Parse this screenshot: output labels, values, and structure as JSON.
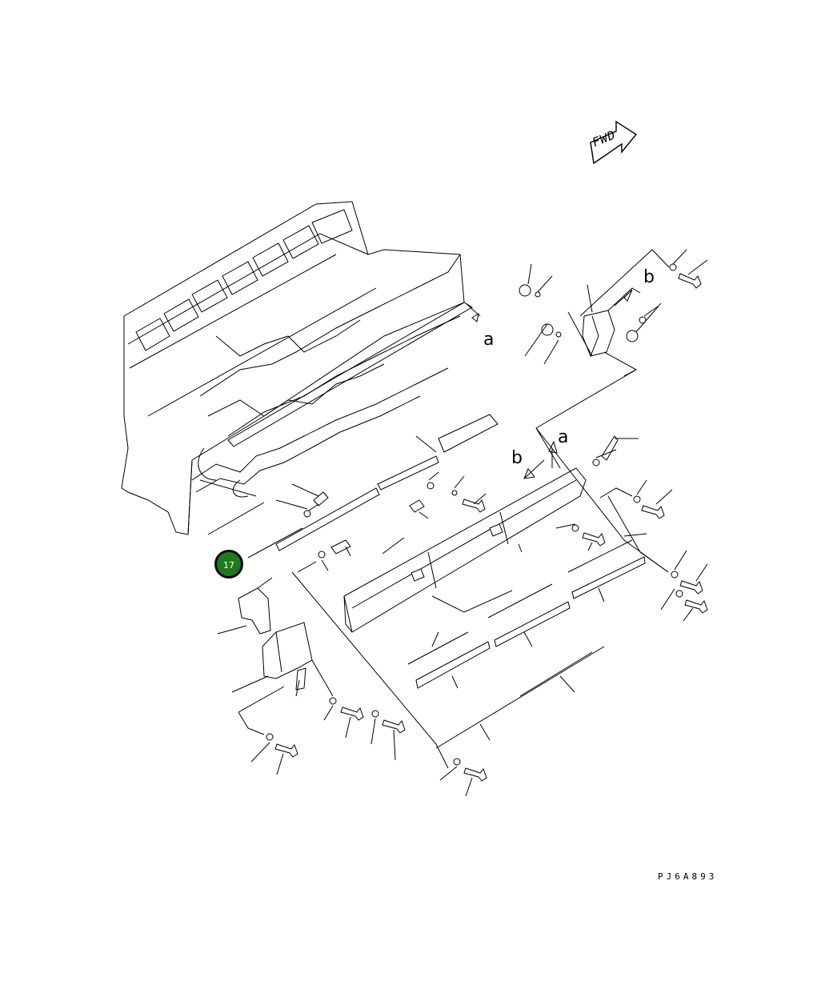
{
  "diagram": {
    "fwd_label": "FWD",
    "view_labels": {
      "a_upper": "a",
      "a_lower": "a",
      "b_upper": "b",
      "b_lower": "b"
    },
    "callout": {
      "number": "17",
      "color": "#1e7a1e"
    },
    "drawing_code": "PJ6A893"
  }
}
